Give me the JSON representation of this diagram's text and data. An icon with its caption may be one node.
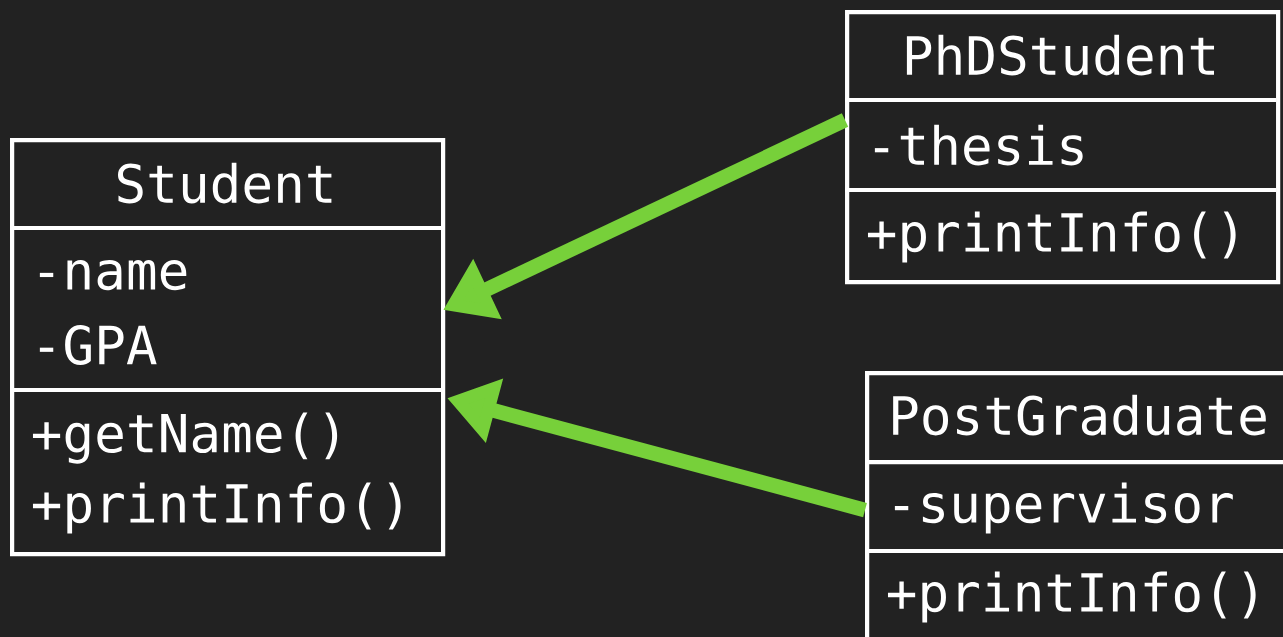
{
  "diagram": {
    "nodes": [
      {
        "text": [
          "Student",
          "-name",
          "-GPA",
          "+getName()",
          "+printInfo()"
        ]
      },
      {
        "text": [
          "PhDStudent",
          "-thesis",
          "+printInfo()"
        ]
      },
      {
        "text": [
          "PostGraduate",
          "-supervisor",
          "+printInfo()"
        ]
      }
    ],
    "edges": [
      {
        "from": 1,
        "to": 0,
        "arrow": "to"
      },
      {
        "from": 2,
        "to": 0,
        "arrow": "to"
      }
    ]
  }
}
